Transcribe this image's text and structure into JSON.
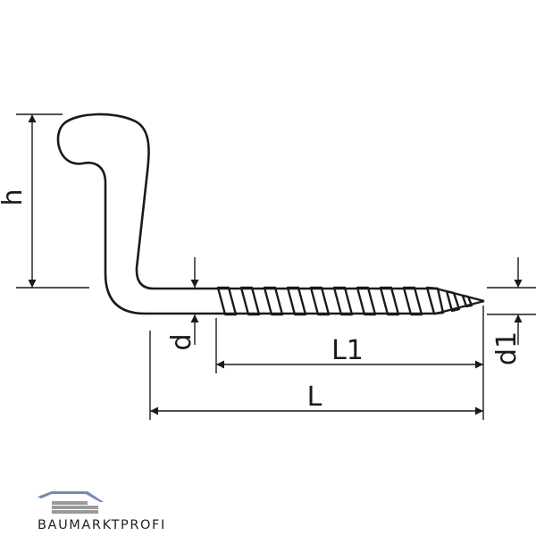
{
  "labels": {
    "h": "h",
    "d": "d",
    "l1": "L1",
    "l": "L",
    "d1": "d1"
  },
  "logo": {
    "text": "BAUMARKTPROFI",
    "colors": {
      "roof": "#6f8bb3",
      "bar": "#9a9a9a"
    }
  },
  "colors": {
    "line": "#1a1a1a",
    "background": "#ffffff"
  }
}
